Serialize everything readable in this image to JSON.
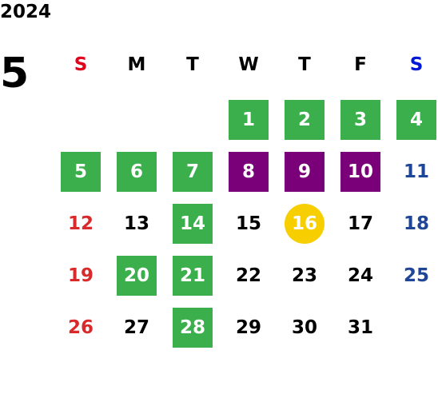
{
  "calendar": {
    "year": "2024",
    "month": "5",
    "weekdays": [
      "S",
      "M",
      "T",
      "W",
      "T",
      "F",
      "S"
    ],
    "first_weekday_index": 3,
    "days": [
      {
        "label": "1",
        "state": "green"
      },
      {
        "label": "2",
        "state": "green"
      },
      {
        "label": "3",
        "state": "green"
      },
      {
        "label": "4",
        "state": "green"
      },
      {
        "label": "5",
        "state": "green"
      },
      {
        "label": "6",
        "state": "green"
      },
      {
        "label": "7",
        "state": "green"
      },
      {
        "label": "8",
        "state": "purple"
      },
      {
        "label": "9",
        "state": "purple"
      },
      {
        "label": "10",
        "state": "purple"
      },
      {
        "label": "11",
        "state": "plain"
      },
      {
        "label": "12",
        "state": "plain"
      },
      {
        "label": "13",
        "state": "plain"
      },
      {
        "label": "14",
        "state": "green"
      },
      {
        "label": "15",
        "state": "plain"
      },
      {
        "label": "16",
        "state": "today"
      },
      {
        "label": "17",
        "state": "plain"
      },
      {
        "label": "18",
        "state": "plain"
      },
      {
        "label": "19",
        "state": "plain"
      },
      {
        "label": "20",
        "state": "green"
      },
      {
        "label": "21",
        "state": "green"
      },
      {
        "label": "22",
        "state": "plain"
      },
      {
        "label": "23",
        "state": "plain"
      },
      {
        "label": "24",
        "state": "plain"
      },
      {
        "label": "25",
        "state": "plain"
      },
      {
        "label": "26",
        "state": "plain"
      },
      {
        "label": "27",
        "state": "plain"
      },
      {
        "label": "28",
        "state": "green"
      },
      {
        "label": "29",
        "state": "plain"
      },
      {
        "label": "30",
        "state": "plain"
      },
      {
        "label": "31",
        "state": "plain"
      }
    ]
  },
  "colors": {
    "green_highlight": "#3aaf4c",
    "purple_highlight": "#7a0079",
    "today_circle": "#f7cf00",
    "sunday_text": "#d82a2a",
    "saturday_text": "#1f4596"
  }
}
